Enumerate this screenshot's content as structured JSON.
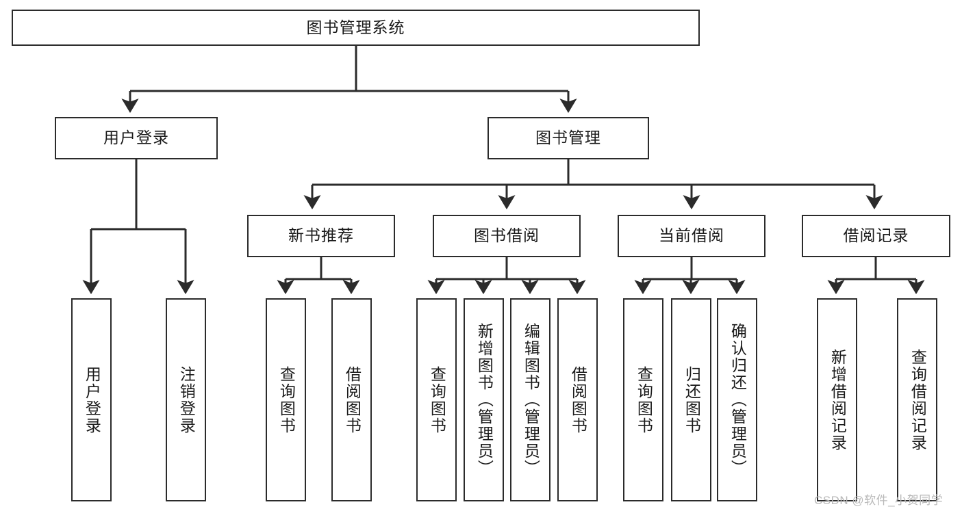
{
  "diagram": {
    "title": "图书管理系统",
    "watermark": "CSDN @软件_小贺同学",
    "colors": {
      "stroke": "#2b2b2b",
      "fill": "#ffffff",
      "text": "#1a1a1a",
      "watermark": "#b9b9b9"
    },
    "nodes": {
      "root": {
        "label": "图书管理系统"
      },
      "level1": [
        {
          "id": "user-login",
          "label": "用户登录"
        },
        {
          "id": "book-management",
          "label": "图书管理"
        }
      ],
      "level2": [
        {
          "id": "new-book-recommend",
          "label": "新书推荐"
        },
        {
          "id": "book-borrow",
          "label": "图书借阅"
        },
        {
          "id": "current-borrow",
          "label": "当前借阅"
        },
        {
          "id": "borrow-record",
          "label": "借阅记录"
        }
      ],
      "leaves": {
        "user-login": [
          {
            "id": "leaf-user-login",
            "label": "用户登录"
          },
          {
            "id": "leaf-user-logout",
            "label": "注销登录"
          }
        ],
        "new-book-recommend": [
          {
            "id": "leaf-query-book-1",
            "label": "查询图书"
          },
          {
            "id": "leaf-borrow-book-1",
            "label": "借阅图书"
          }
        ],
        "book-borrow": [
          {
            "id": "leaf-query-book-2",
            "label": "查询图书"
          },
          {
            "id": "leaf-add-book",
            "label": "新增图书（管理员）"
          },
          {
            "id": "leaf-edit-book",
            "label": "编辑图书（管理员）"
          },
          {
            "id": "leaf-borrow-book-2",
            "label": "借阅图书"
          }
        ],
        "current-borrow": [
          {
            "id": "leaf-query-book-3",
            "label": "查询图书"
          },
          {
            "id": "leaf-return-book",
            "label": "归还图书"
          },
          {
            "id": "leaf-confirm-return",
            "label": "确认归还（管理员）"
          }
        ],
        "borrow-record": [
          {
            "id": "leaf-add-record",
            "label": "新增借阅记录"
          },
          {
            "id": "leaf-query-record",
            "label": "查询借阅记录"
          }
        ]
      }
    }
  }
}
